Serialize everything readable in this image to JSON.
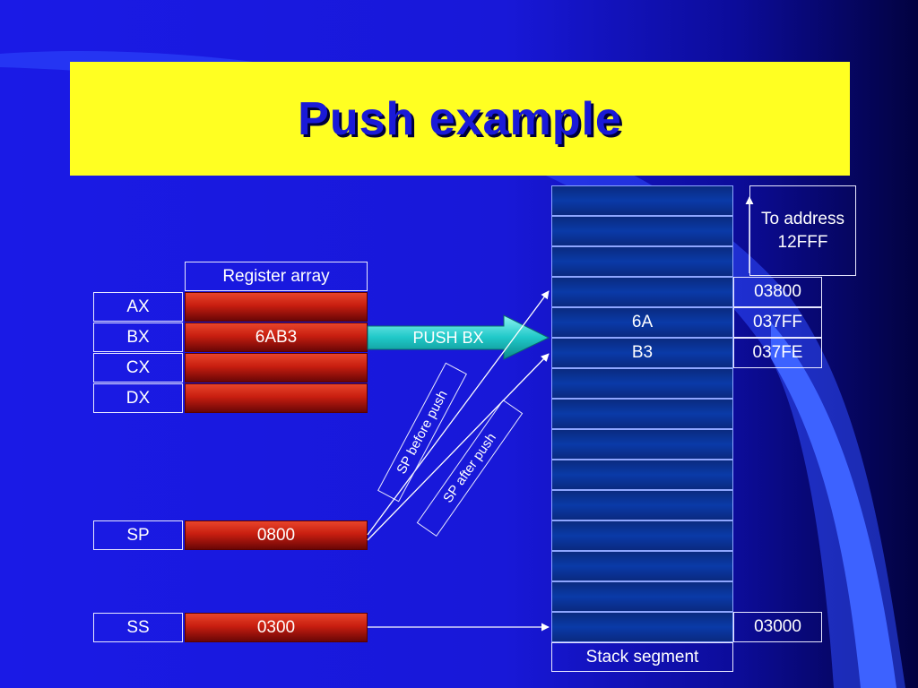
{
  "title": "Push example",
  "register_array": {
    "header": "Register array",
    "rows": [
      {
        "name": "AX",
        "value": ""
      },
      {
        "name": "BX",
        "value": "6AB3"
      },
      {
        "name": "CX",
        "value": ""
      },
      {
        "name": "DX",
        "value": ""
      }
    ]
  },
  "sp": {
    "name": "SP",
    "value": "0800"
  },
  "ss": {
    "name": "SS",
    "value": "0300"
  },
  "push_arrow_label": "PUSH BX",
  "sp_before_label": "SP before push",
  "sp_after_label": "SP after push",
  "memory": {
    "cells": [
      "",
      "",
      "",
      "",
      "6A",
      "B3",
      "",
      "",
      "",
      "",
      "",
      "",
      "",
      "",
      ""
    ],
    "addresses": [
      {
        "row": 3,
        "label": "03800"
      },
      {
        "row": 4,
        "label": "037FF"
      },
      {
        "row": 5,
        "label": "037FE"
      },
      {
        "row": 14,
        "label": "03000"
      }
    ],
    "segment_label": "Stack segment"
  },
  "to_address": "To address 12FFF",
  "colors": {
    "background": "#1818d8",
    "title_band": "#ffff22",
    "title_text": "#1a1ad8",
    "register_fill": "#c81e10",
    "memory_fill": "#0a3aa8",
    "push_arrow": "#20c8c8",
    "swoosh": "#3355ff"
  }
}
